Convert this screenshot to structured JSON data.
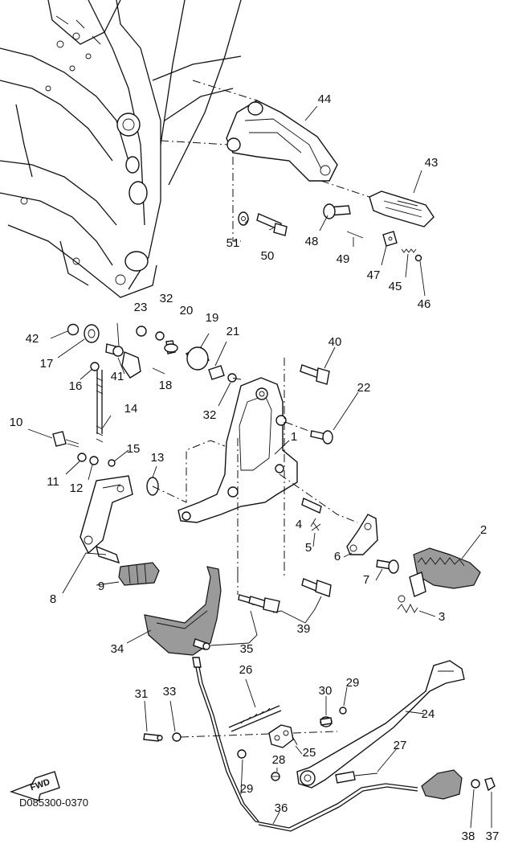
{
  "diagram_code": "D085300-0370",
  "fwd_label": "FWD",
  "callouts": [
    {
      "id": "1",
      "text": "1"
    },
    {
      "id": "2",
      "text": "2"
    },
    {
      "id": "3",
      "text": "3"
    },
    {
      "id": "4",
      "text": "4"
    },
    {
      "id": "5",
      "text": "5"
    },
    {
      "id": "6",
      "text": "6"
    },
    {
      "id": "7",
      "text": "7"
    },
    {
      "id": "8",
      "text": "8"
    },
    {
      "id": "9",
      "text": "9"
    },
    {
      "id": "10",
      "text": "10"
    },
    {
      "id": "11",
      "text": "11"
    },
    {
      "id": "12",
      "text": "12"
    },
    {
      "id": "13",
      "text": "13"
    },
    {
      "id": "14",
      "text": "14"
    },
    {
      "id": "15",
      "text": "15"
    },
    {
      "id": "16",
      "text": "16"
    },
    {
      "id": "17",
      "text": "17"
    },
    {
      "id": "18",
      "text": "18"
    },
    {
      "id": "19",
      "text": "19"
    },
    {
      "id": "20",
      "text": "20"
    },
    {
      "id": "21",
      "text": "21"
    },
    {
      "id": "22",
      "text": "22"
    },
    {
      "id": "23",
      "text": "23"
    },
    {
      "id": "24",
      "text": "24"
    },
    {
      "id": "25",
      "text": "25"
    },
    {
      "id": "26",
      "text": "26"
    },
    {
      "id": "27",
      "text": "27"
    },
    {
      "id": "28",
      "text": "28"
    },
    {
      "id": "29a",
      "text": "29"
    },
    {
      "id": "29b",
      "text": "29"
    },
    {
      "id": "30",
      "text": "30"
    },
    {
      "id": "31",
      "text": "31"
    },
    {
      "id": "32a",
      "text": "32"
    },
    {
      "id": "32b",
      "text": "32"
    },
    {
      "id": "33",
      "text": "33"
    },
    {
      "id": "34",
      "text": "34"
    },
    {
      "id": "35",
      "text": "35"
    },
    {
      "id": "36",
      "text": "36"
    },
    {
      "id": "37",
      "text": "37"
    },
    {
      "id": "38",
      "text": "38"
    },
    {
      "id": "39",
      "text": "39"
    },
    {
      "id": "40",
      "text": "40"
    },
    {
      "id": "41",
      "text": "41"
    },
    {
      "id": "42",
      "text": "42"
    },
    {
      "id": "43",
      "text": "43"
    },
    {
      "id": "44",
      "text": "44"
    },
    {
      "id": "45",
      "text": "45"
    },
    {
      "id": "46",
      "text": "46"
    },
    {
      "id": "47",
      "text": "47"
    },
    {
      "id": "48",
      "text": "48"
    },
    {
      "id": "49",
      "text": "49"
    },
    {
      "id": "50",
      "text": "50"
    },
    {
      "id": "51",
      "text": "51"
    }
  ]
}
